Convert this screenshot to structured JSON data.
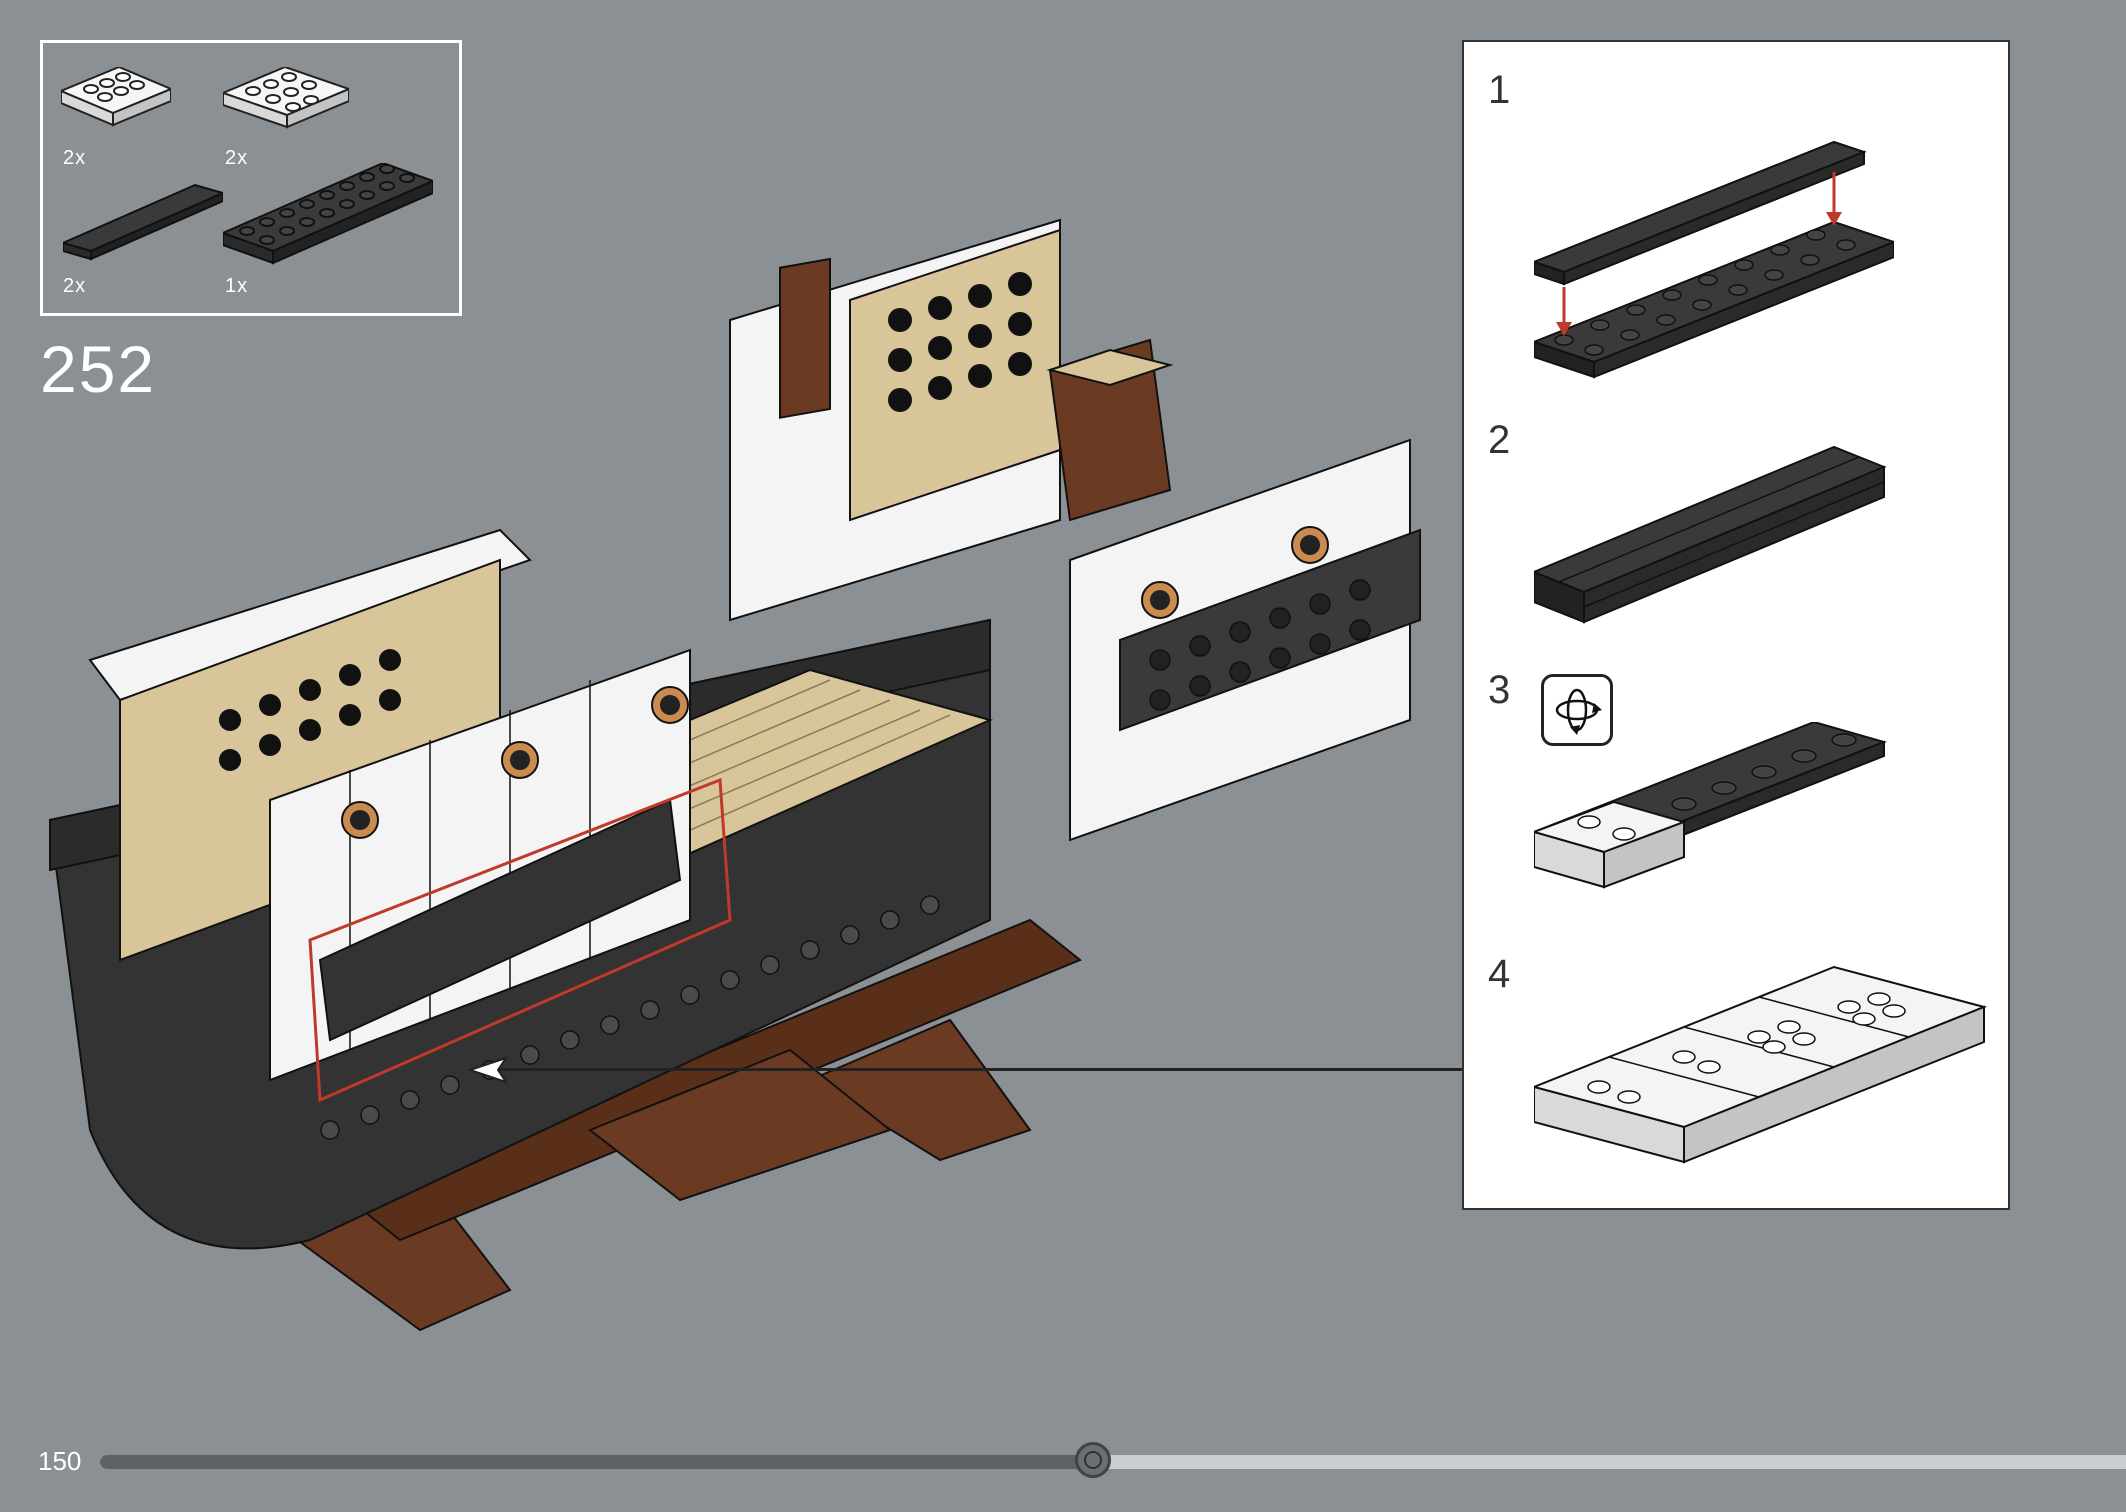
{
  "parts_list": {
    "items": [
      {
        "qty": "2x",
        "name": "white-plate-2x3-icon"
      },
      {
        "qty": "2x",
        "name": "white-plate-2x3-icon"
      },
      {
        "qty": "2x",
        "name": "black-tile-1x8-icon"
      },
      {
        "qty": "1x",
        "name": "black-plate-2x8-icon"
      }
    ]
  },
  "step_number": "252",
  "substeps": [
    {
      "label": "1"
    },
    {
      "label": "2"
    },
    {
      "label": "3",
      "icon": "rotate-icon"
    },
    {
      "label": "4"
    }
  ],
  "page": {
    "number": "150",
    "progress": 0.49
  },
  "colors": {
    "background": "#8a9094",
    "highlight": "#c0392b",
    "black_brick": "#3a3a3a",
    "white_brick": "#f4f4f4",
    "tan_brick": "#d8c59a",
    "brown_brick": "#6b3a22"
  }
}
